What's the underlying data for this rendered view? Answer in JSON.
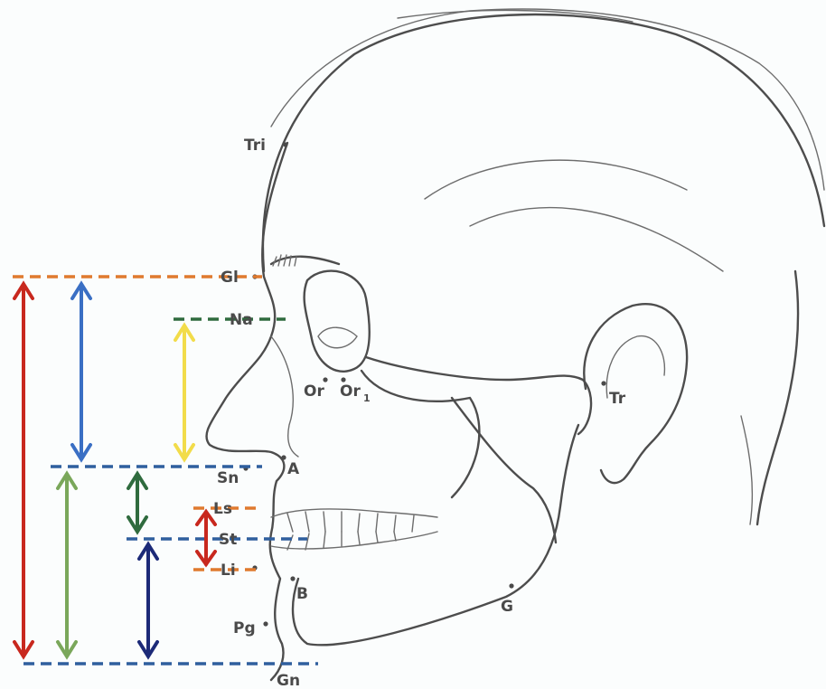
{
  "landmarks": {
    "tri": "Tri",
    "gl": "Gl",
    "na": "Na",
    "or": "Or",
    "or1": "Or",
    "or1_sub": "1",
    "tr": "Tr",
    "sn": "Sn",
    "a": "A",
    "ls": "Ls",
    "st": "St",
    "li": "Li",
    "b": "B",
    "pg": "Pg",
    "gn": "Gn",
    "g": "G"
  },
  "colors": {
    "glabella_line": "#e07a2e",
    "nasion_line": "#2f6b3e",
    "subnasale_line": "#2f5f9e",
    "labial_line": "#e07a2e",
    "stomion_line": "#2f5f9e",
    "menton_line": "#2f5f9e",
    "total_face_arrow": "#c8281e",
    "upper_face_arrow": "#3a6fc4",
    "nasal_arrow": "#f2dc4a",
    "lower_face_arrow": "#7aa75a",
    "upper_lip_arrow": "#2f6b3e",
    "lip_gap_arrow": "#c8281e",
    "lower_lip_chin_arrow": "#1c2a78"
  }
}
